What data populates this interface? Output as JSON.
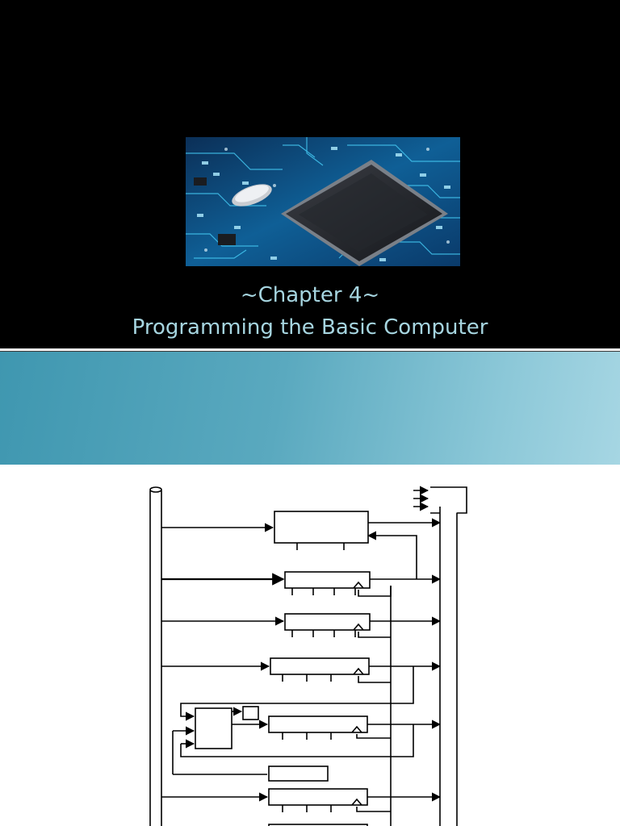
{
  "title_slide": {
    "background_color": "#000000",
    "title_color": "#a6d5e0",
    "image_icon": "circuit-board-chip-photo",
    "chapter": "~Chapter  4~",
    "subtitle": "Programming the Basic Computer"
  },
  "banner": {
    "color_start": "#3f97b0",
    "color_end": "#a6d6e3"
  },
  "diagram": {
    "icon": "common-bus-register-diagram"
  }
}
